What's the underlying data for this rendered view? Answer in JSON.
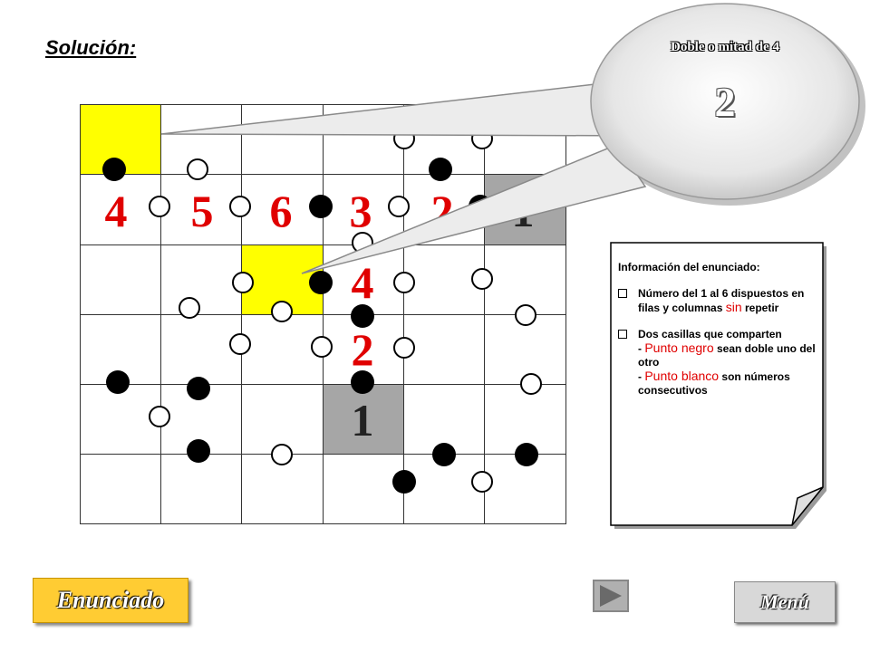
{
  "title": "Solución:",
  "grid": {
    "row_digits": [
      "4",
      "5",
      "6",
      "3",
      "2",
      "1"
    ],
    "col_digits": [
      "4",
      "2",
      "1"
    ],
    "colors": {
      "yellow": "#ffff00",
      "gray": "#a6a6a6",
      "number_red": "#e00000",
      "number_black": "#222222"
    }
  },
  "callout": {
    "title": "Doble o mitad de 4",
    "value": "2"
  },
  "info": {
    "heading": "Información del enunciado:",
    "bullet1": "Número del 1 al 6 dispuestos en filas y columnas",
    "bullet1_red": "sin",
    "bullet1_end": "repetir",
    "bullet2": "Dos casillas que comparten",
    "black_prefix": "- ",
    "black_red": "Punto negro",
    "black_text": "sean doble uno del otro",
    "white_prefix": "- ",
    "white_red": "Punto blanco",
    "white_text": "son números consecutivos"
  },
  "buttons": {
    "enunciado": "Enunciado",
    "menu": "Menú",
    "next_icon": "play-arrow-icon"
  }
}
